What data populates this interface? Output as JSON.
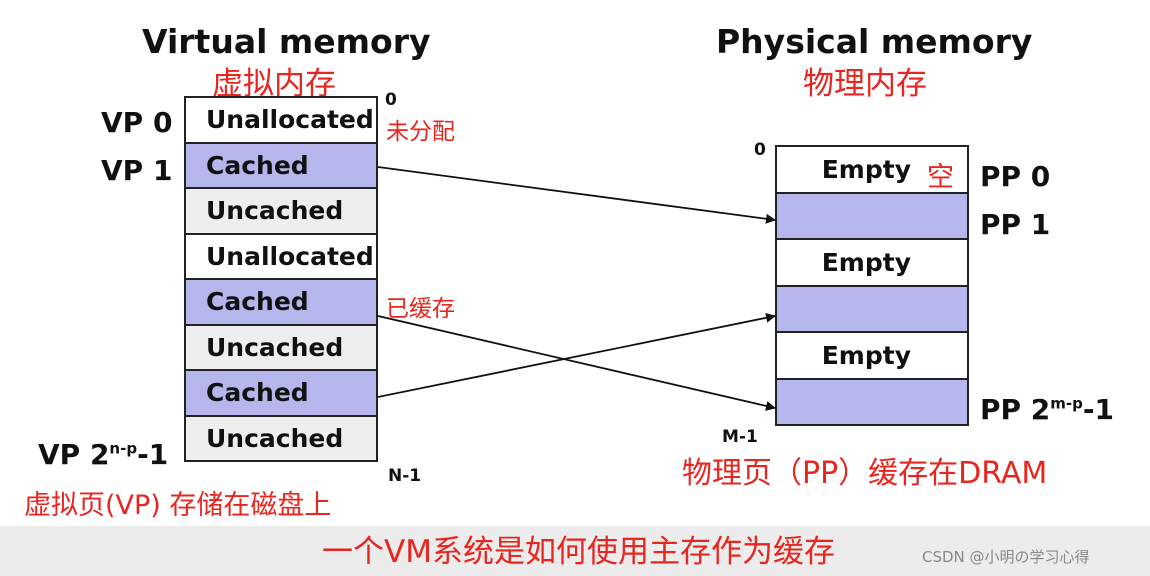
{
  "virtual": {
    "title": "Virtual memory",
    "title_cn": "虚拟内存",
    "cells": [
      {
        "label": "Unallocated",
        "state": "unallocated"
      },
      {
        "label": "Cached",
        "state": "cached"
      },
      {
        "label": "Uncached",
        "state": "uncached"
      },
      {
        "label": "Unallocated",
        "state": "unallocated"
      },
      {
        "label": "Cached",
        "state": "cached"
      },
      {
        "label": "Uncached",
        "state": "uncached"
      },
      {
        "label": "Cached",
        "state": "cached"
      },
      {
        "label": "Uncached",
        "state": "uncached"
      }
    ],
    "labels": {
      "vp0": "VP 0",
      "vp1": "VP 1",
      "vp_last_base": "VP 2",
      "vp_last_sup": "n-p",
      "vp_last_tail": "-1"
    },
    "addr_top": "0",
    "addr_bottom": "N-1",
    "annotations": {
      "unallocated_cn": "未分配",
      "cached_cn": "已缓存",
      "disk_cn": "虚拟页(VP) 存储在磁盘上"
    }
  },
  "physical": {
    "title": "Physical memory",
    "title_cn": "物理内存",
    "cells": [
      {
        "label": "Empty",
        "state": "empty"
      },
      {
        "label": "",
        "state": "filled"
      },
      {
        "label": "Empty",
        "state": "empty"
      },
      {
        "label": "",
        "state": "filled"
      },
      {
        "label": "Empty",
        "state": "empty"
      },
      {
        "label": "",
        "state": "filled"
      }
    ],
    "labels": {
      "pp0": "PP 0",
      "pp1": "PP 1",
      "pp_last_base": "PP 2",
      "pp_last_sup": "m-p",
      "pp_last_tail": "-1"
    },
    "addr_top": "0",
    "addr_bottom": "M-1",
    "annotations": {
      "empty_cn": "空",
      "dram_cn": "物理页（PP）缓存在DRAM"
    }
  },
  "footer": {
    "caption": "一个VM系统是如何使用主存作为缓存",
    "watermark": "CSDN @小明の学习心得"
  },
  "colors": {
    "cached_fill": "#b4b6ec",
    "uncached_fill": "#eeeeee",
    "annotation_red": "#e8251f"
  }
}
